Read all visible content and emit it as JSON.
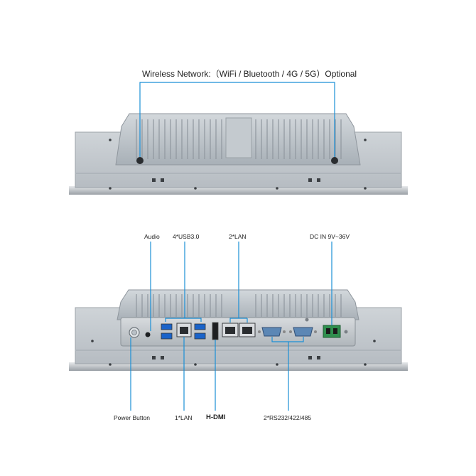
{
  "wireless_label": "Wireless Network:（WiFi / Bluetooth / 4G / 5G）Optional",
  "callouts": {
    "audio": "Audio",
    "usb": "4*USB3.0",
    "lan2": "2*LAN",
    "dc_in": "DC IN 9V~36V",
    "power_button": "Power Button",
    "lan1": "1*LAN",
    "hdmi": "H-DMI",
    "serial": "2*RS232/422/485"
  },
  "colors": {
    "callout_line": "#1a8fd6",
    "housing": "#c7ccd1",
    "heatsink": "#b4bbc1",
    "panel": "#a9b1b8",
    "usb_blue": "#1a63c9",
    "terminal_green": "#2f8f4e"
  }
}
